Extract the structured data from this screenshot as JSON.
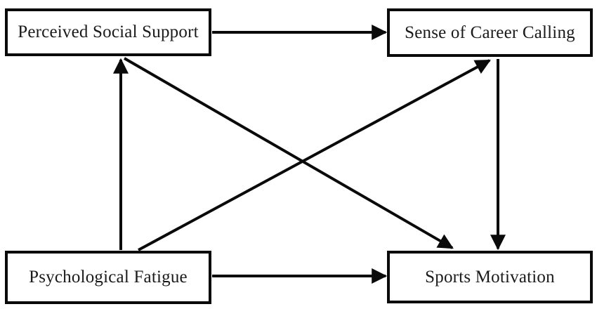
{
  "diagram": {
    "type": "path-model",
    "colors": {
      "background": "#ffffff",
      "stroke": "#0a0a0a",
      "text": "#1a1a1a"
    },
    "nodes": [
      {
        "id": "perceived-social-support",
        "label": "Perceived Social Support",
        "position": "top-left"
      },
      {
        "id": "sense-of-career-calling",
        "label": "Sense of Career Calling",
        "position": "top-right"
      },
      {
        "id": "psychological-fatigue",
        "label": "Psychological Fatigue",
        "position": "bottom-left"
      },
      {
        "id": "sports-motivation",
        "label": "Sports Motivation",
        "position": "bottom-right"
      }
    ],
    "edges": [
      {
        "from": "Perceived Social Support",
        "to": "Sense of Career Calling",
        "shape": "horizontal"
      },
      {
        "from": "Psychological Fatigue",
        "to": "Sports Motivation",
        "shape": "horizontal"
      },
      {
        "from": "Psychological Fatigue",
        "to": "Perceived Social Support",
        "shape": "vertical"
      },
      {
        "from": "Sense of Career Calling",
        "to": "Sports Motivation",
        "shape": "vertical"
      },
      {
        "from": "Psychological Fatigue",
        "to": "Sense of Career Calling",
        "shape": "diagonal"
      },
      {
        "from": "Perceived Social Support",
        "to": "Sports Motivation",
        "shape": "diagonal"
      }
    ]
  }
}
